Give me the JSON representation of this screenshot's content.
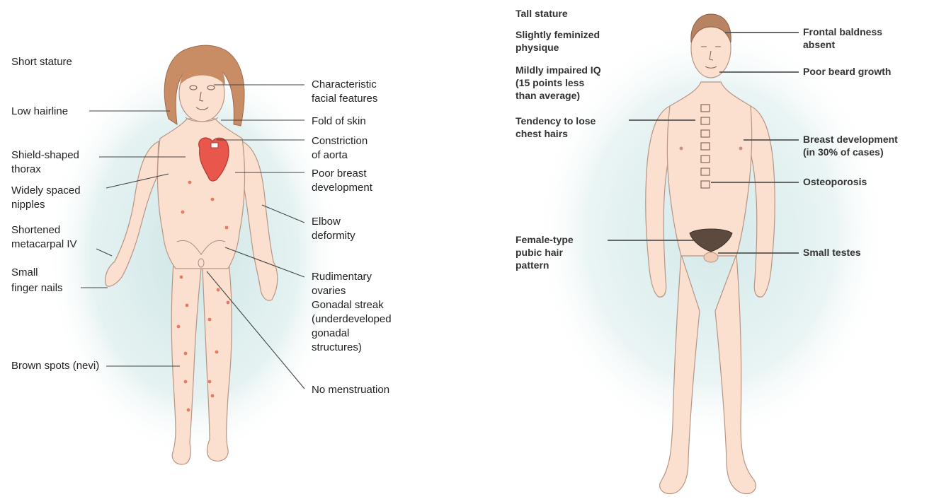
{
  "colors": {
    "skin": "#fbe0d0",
    "skin_outline": "#b89484",
    "hair": "#c98d66",
    "heart": "#e8564c",
    "nevi": "#e67a62",
    "glow": "#cfe6e6",
    "label_left": "#222222",
    "label_right": "#333333"
  },
  "turner": {
    "labels": {
      "short_stature": [
        "Short stature"
      ],
      "low_hairline": [
        "Low hairline"
      ],
      "shield_thorax": [
        "Shield-shaped",
        "thorax"
      ],
      "widely_spaced_nipples": [
        "Widely spaced",
        "nipples"
      ],
      "shortened_metacarpal": [
        "Shortened",
        "metacarpal IV"
      ],
      "small_finger_nails": [
        "Small",
        "finger nails"
      ],
      "brown_spots": [
        "Brown spots (nevi)"
      ],
      "facial_features": [
        "Characteristic",
        "facial features"
      ],
      "fold_of_skin": [
        "Fold of skin"
      ],
      "constriction_aorta": [
        "Constriction",
        "of aorta"
      ],
      "poor_breast": [
        "Poor breast",
        "development"
      ],
      "elbow_deformity": [
        "Elbow",
        "deformity"
      ],
      "rudimentary_ovaries": [
        "Rudimentary",
        "ovaries",
        "Gonadal streak",
        "(underdeveloped",
        "gonadal",
        "structures)"
      ],
      "no_menstruation": [
        "No menstruation"
      ]
    }
  },
  "klinefelter": {
    "labels": {
      "tall_stature": [
        "Tall stature"
      ],
      "feminized_physique": [
        "Slightly feminized",
        "physique"
      ],
      "impaired_iq": [
        "Mildly impaired IQ",
        "(15 points less",
        "than average)"
      ],
      "chest_hairs": [
        "Tendency to lose",
        "chest hairs"
      ],
      "female_pubic_hair": [
        "Female-type",
        "pubic hair",
        "pattern"
      ],
      "frontal_baldness": [
        "Frontal baldness",
        "absent"
      ],
      "poor_beard": [
        "Poor beard growth"
      ],
      "breast_development": [
        "Breast development",
        "(in 30% of cases)"
      ],
      "osteoporosis": [
        "Osteoporosis"
      ],
      "small_testes": [
        "Small testes"
      ]
    }
  }
}
